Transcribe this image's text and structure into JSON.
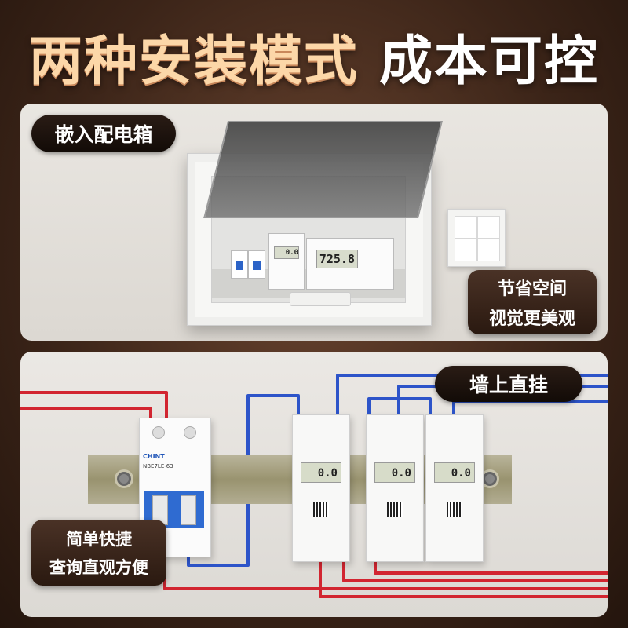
{
  "headline": {
    "left": "两种安装模式",
    "right": "成本可控"
  },
  "top_panel": {
    "label": "嵌入配电箱",
    "callout": [
      "节省空间",
      "视觉更美观"
    ],
    "meter_reading": "725.8",
    "small_meter_reading": "0.0"
  },
  "bottom_panel": {
    "label": "墙上直挂",
    "callout": [
      "简单快捷",
      "查询直观方便"
    ],
    "breaker_brand": "CHINT",
    "breaker_model": "NBE7LE-63",
    "meter_readings": [
      "0.0",
      "0.0",
      "0.0"
    ]
  },
  "colors": {
    "headline_left": "#fcd7a8",
    "wire_red": "#d22530",
    "wire_blue": "#2d54c9",
    "breaker_blue": "#2f6bd1"
  }
}
